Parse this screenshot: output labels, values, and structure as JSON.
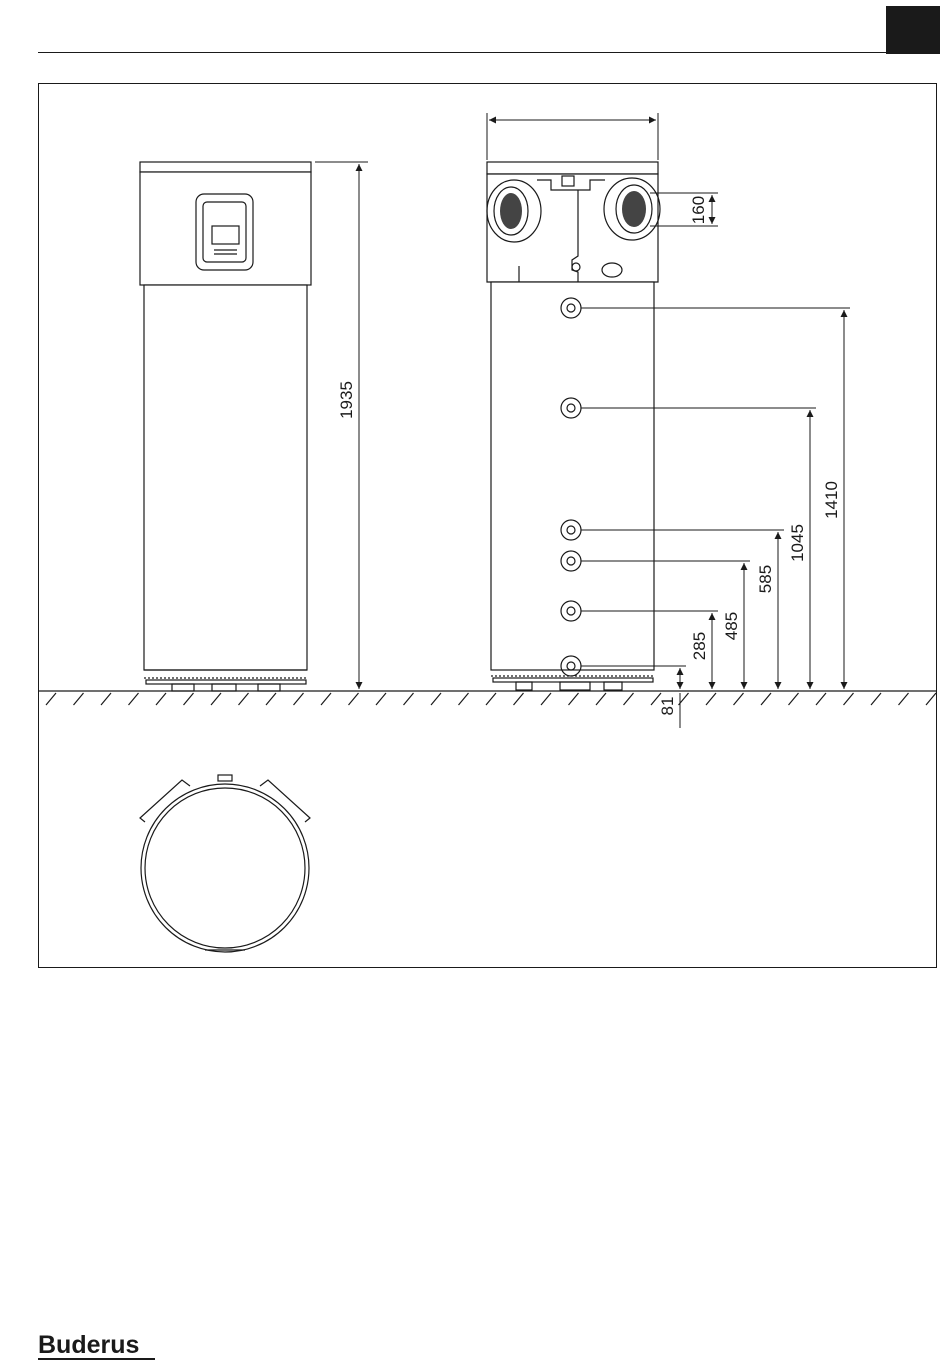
{
  "brand": {
    "name": "Buderus"
  },
  "dimensions": {
    "total_height": "1935",
    "duct_diameter": "160",
    "conn_1": "1410",
    "conn_2": "1045",
    "conn_3": "585",
    "conn_4": "485",
    "conn_5": "285",
    "foot_height": "81"
  },
  "colors": {
    "line": "#1a1a1a",
    "background": "#ffffff"
  }
}
